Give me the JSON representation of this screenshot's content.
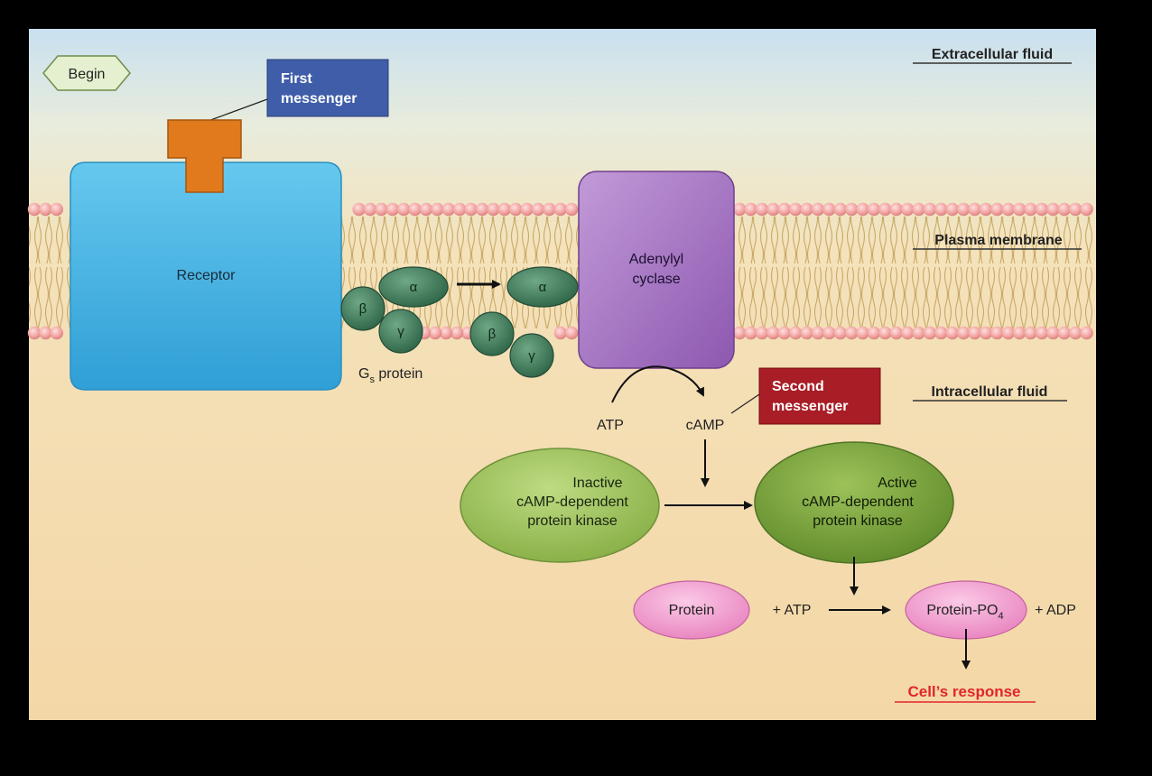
{
  "labels": {
    "begin": "Begin",
    "first_messenger_line1": "First",
    "first_messenger_line2": "messenger",
    "extracellular_fluid": "Extracellular fluid",
    "plasma_membrane": "Plasma membrane",
    "intracellular_fluid": "Intracellular fluid",
    "receptor": "Receptor",
    "gs_main": "G",
    "gs_sub": "s",
    "gs_tail": " protein",
    "alpha": "α",
    "beta": "β",
    "gamma": "γ",
    "adenylyl_line1": "Adenylyl",
    "adenylyl_line2": "cyclase",
    "second_messenger_line1": "Second",
    "second_messenger_line2": "messenger",
    "atp": "ATP",
    "camp": "cAMP",
    "inactive_line1": "Inactive",
    "inactive_line2": "cAMP-dependent",
    "inactive_line3": "protein kinase",
    "active_line1": "Active",
    "active_line2": "cAMP-dependent",
    "active_line3": "protein kinase",
    "protein": "Protein",
    "plus_atp": "+ ATP",
    "protein_po4_main": "Protein-PO",
    "protein_po4_sub": "4",
    "plus_adp": "+ ADP",
    "cells_response": "Cell’s response"
  },
  "colors": {
    "extracellular_top": "#c6ddef",
    "extracellular_bottom": "#f3dfb7",
    "intracellular": "#f3d6a4",
    "receptor": "#3aaee0",
    "first_messenger": "#e07a1c",
    "first_messenger_box": "#3f5da8",
    "g_protein": "#3f7d5a",
    "adenylyl_cyclase": "#a46fc1",
    "second_messenger_box": "#a91d26",
    "inactive_kinase": "#9cc256",
    "active_kinase": "#76a23a",
    "protein": "#f29fcf",
    "lipid_head": "#ef9e9c",
    "cells_response": "#e0262b"
  }
}
